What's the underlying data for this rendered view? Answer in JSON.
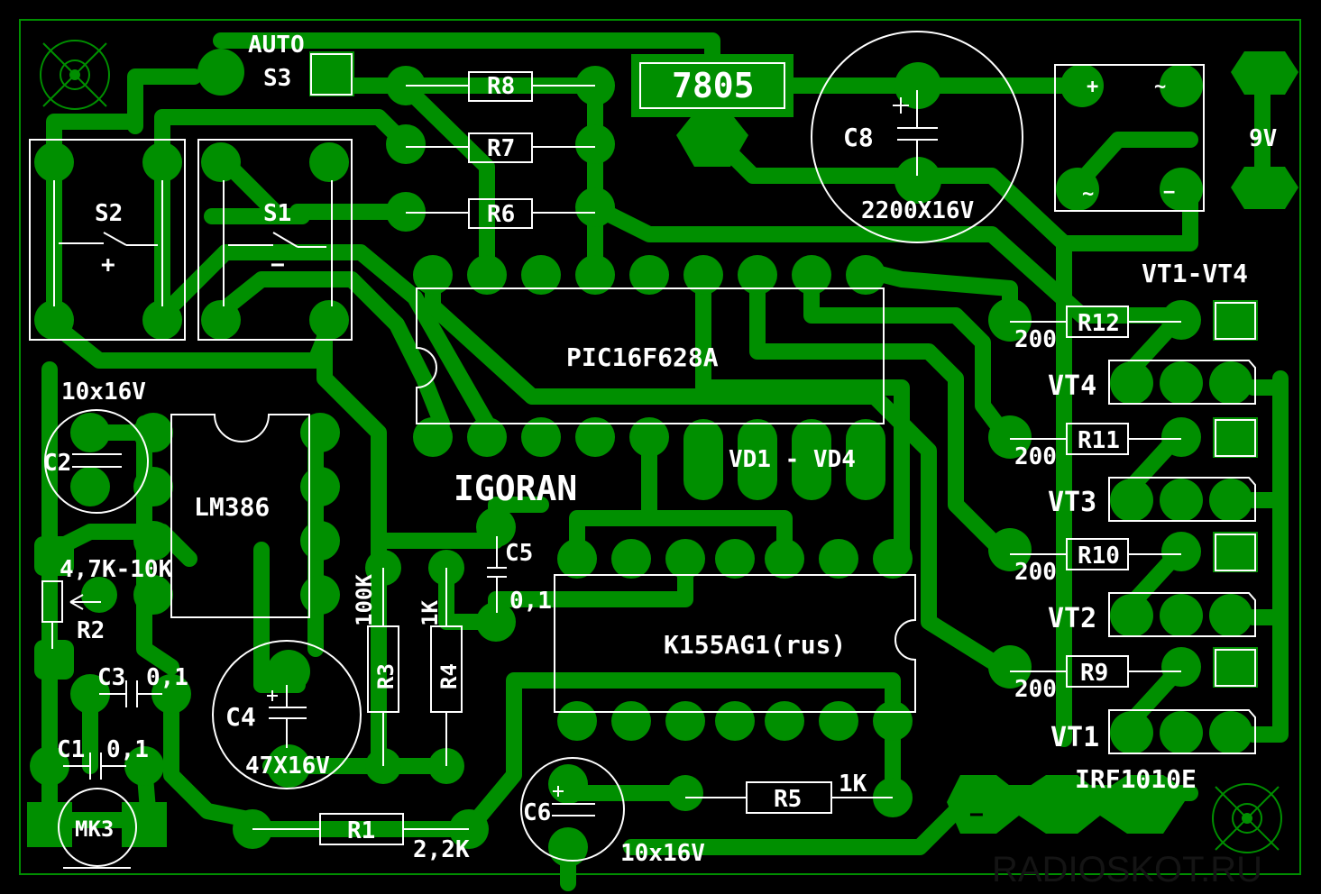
{
  "labels": {
    "auto": "AUTO",
    "s3": "S3",
    "s2": "S2",
    "s1": "S1",
    "plus_s2": "+",
    "minus_s1": "−",
    "r8": "R8",
    "r7": "R7",
    "r6": "R6",
    "reg": "7805",
    "c8": "C8",
    "c8_val": "2200X16V",
    "v9": "9V",
    "br_plus": "+",
    "br_minus": "−",
    "br_ac1": "~",
    "br_ac2": "~",
    "vt_group": "VT1-VT4",
    "pic": "PIC16F628A",
    "igoran": "IGORAN",
    "vd": "VD1 - VD4",
    "c2_val": "10x16V",
    "c2": "C2",
    "lm386": "LM386",
    "r2_val": "4,7K-10K",
    "r2": "R2",
    "c5": "C5",
    "c5_val": "0,1",
    "r3_val": "100K",
    "r3": "R3",
    "r4_val": "1K",
    "r4": "R4",
    "k155": "K155AG1(rus)",
    "c3": "C3",
    "c3_val": "0,1",
    "c4": "C4",
    "c4_val": "47X16V",
    "c1": "C1",
    "c1_val": "0,1",
    "mk3": "MK3",
    "r1": "R1",
    "r1_val": "2,2K",
    "c6": "C6",
    "c6_val": "10x16V",
    "r5": "R5",
    "r5_val": "1K",
    "r12": "R12",
    "r11": "R11",
    "r10": "R10",
    "r9": "R9",
    "r12_val": "200",
    "r11_val": "200",
    "r10_val": "200",
    "r9_val": "200",
    "vt4": "VT4",
    "vt3": "VT3",
    "vt2": "VT2",
    "vt1": "VT1",
    "irf": "IRF1010E",
    "minus_out": "−",
    "watermark": "RADIOSKOT.RU"
  },
  "colors": {
    "copper": "#008f00",
    "silk": "#ffffff",
    "board": "#000000"
  }
}
